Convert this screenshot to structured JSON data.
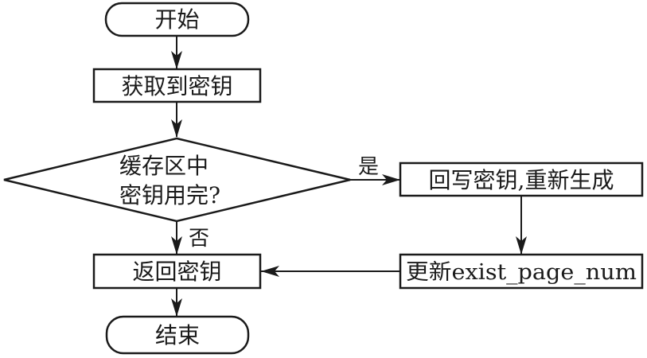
{
  "diagram": {
    "type": "flowchart",
    "nodes": {
      "start": {
        "label": "开始",
        "shape": "terminator"
      },
      "get_key": {
        "label": "获取到密钥",
        "shape": "process"
      },
      "decision": {
        "lines": [
          "缓存区中",
          "密钥用完?"
        ],
        "shape": "decision"
      },
      "writeback": {
        "label": "回写密钥,重新生成",
        "shape": "process"
      },
      "update": {
        "label": "更新exist_page_num",
        "shape": "process"
      },
      "return_key": {
        "label": "返回密钥",
        "shape": "process"
      },
      "end": {
        "label": "结束",
        "shape": "terminator"
      }
    },
    "edges": [
      {
        "from": "start",
        "to": "get_key",
        "label": ""
      },
      {
        "from": "get_key",
        "to": "decision",
        "label": ""
      },
      {
        "from": "decision",
        "to": "writeback",
        "label": "是"
      },
      {
        "from": "decision",
        "to": "return_key",
        "label": "否"
      },
      {
        "from": "writeback",
        "to": "update",
        "label": ""
      },
      {
        "from": "update",
        "to": "return_key",
        "label": ""
      },
      {
        "from": "return_key",
        "to": "end",
        "label": ""
      }
    ],
    "edge_labels": {
      "yes": "是",
      "no": "否"
    },
    "colors": {
      "stroke": "#1a1a1a",
      "fill": "#ffffff",
      "text": "#1a1a1a"
    }
  }
}
